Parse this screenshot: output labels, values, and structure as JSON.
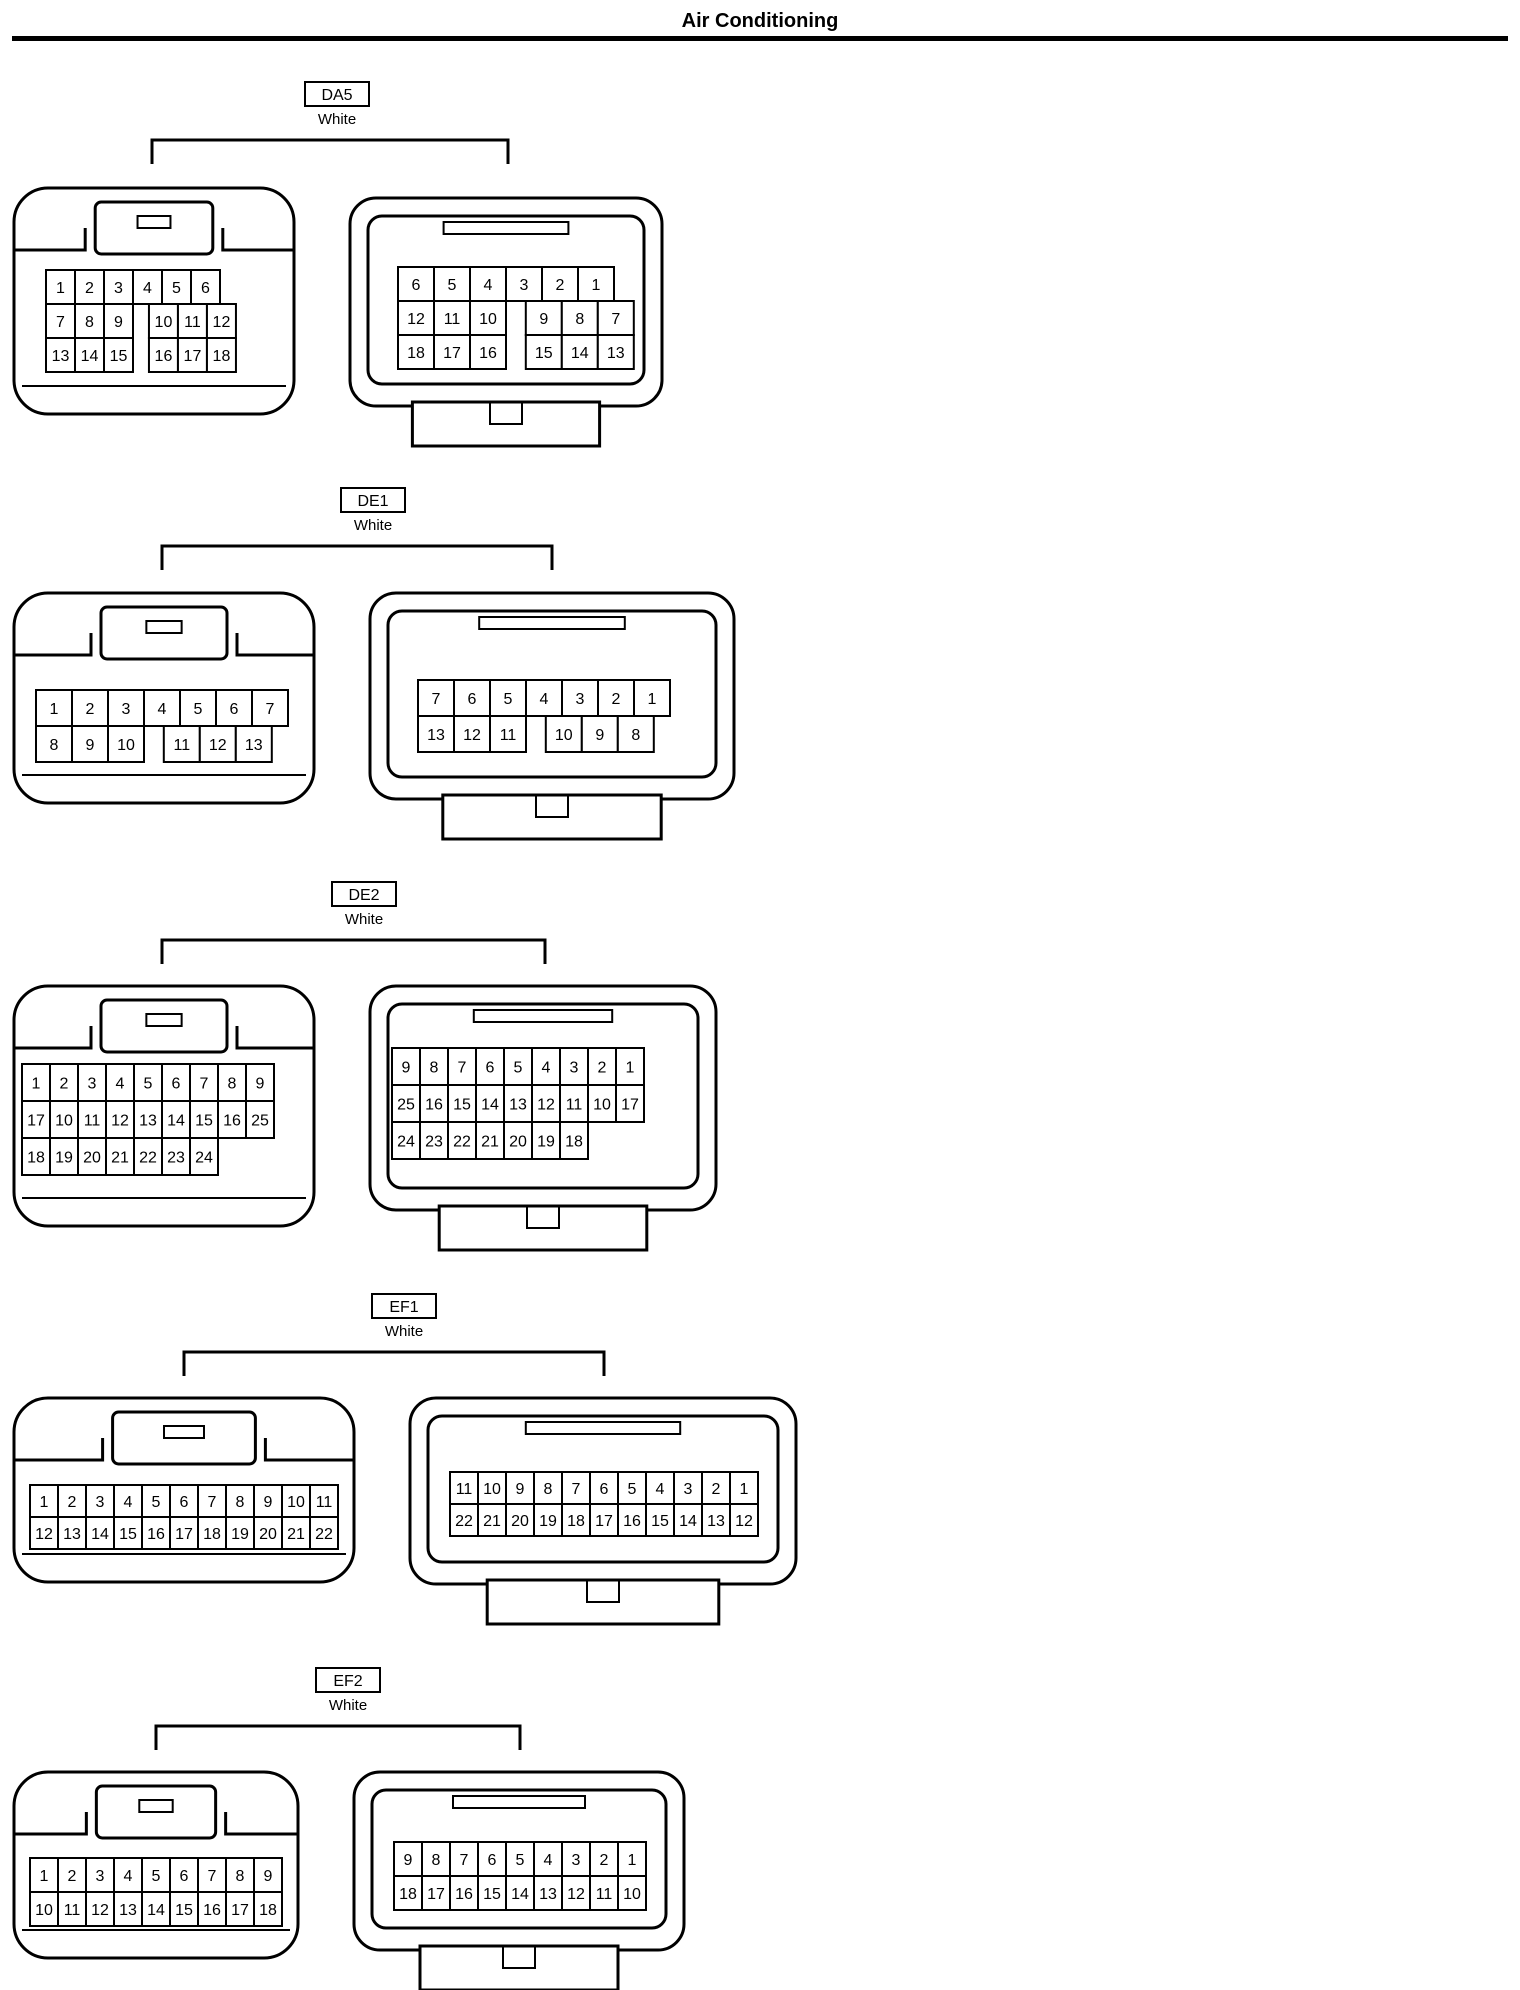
{
  "page": {
    "title": "Air Conditioning"
  },
  "connectors": [
    {
      "id": "DA5",
      "color": "White",
      "female": {
        "rows": [
          [
            "1",
            "2",
            "3",
            "4",
            "5",
            "6"
          ],
          [
            "7",
            "8",
            "9",
            "",
            "10",
            "11",
            "12"
          ],
          [
            "13",
            "14",
            "15",
            "",
            "16",
            "17",
            "18"
          ]
        ]
      },
      "male": {
        "rows": [
          [
            "6",
            "5",
            "4",
            "3",
            "2",
            "1"
          ],
          [
            "12",
            "11",
            "10",
            "",
            "9",
            "8",
            "7"
          ],
          [
            "18",
            "17",
            "16",
            "",
            "15",
            "14",
            "13"
          ]
        ]
      }
    },
    {
      "id": "DE1",
      "color": "White",
      "female": {
        "rows": [
          [
            "1",
            "2",
            "3",
            "4",
            "5",
            "6",
            "7"
          ],
          [
            "8",
            "9",
            "10",
            "",
            "11",
            "12",
            "13"
          ]
        ]
      },
      "male": {
        "rows": [
          [
            "7",
            "6",
            "5",
            "4",
            "3",
            "2",
            "1"
          ],
          [
            "13",
            "12",
            "11",
            "",
            "10",
            "9",
            "8"
          ]
        ]
      }
    },
    {
      "id": "DE2",
      "color": "White",
      "female": {
        "rows": [
          [
            "1",
            "2",
            "3",
            "4",
            "5",
            "6",
            "7",
            "8",
            "9"
          ],
          [
            "17",
            "10",
            "11",
            "12",
            "13",
            "14",
            "15",
            "16",
            "25"
          ],
          [
            "18",
            "19",
            "20",
            "21",
            "22",
            "23",
            "24"
          ]
        ]
      },
      "male": {
        "rows": [
          [
            "9",
            "8",
            "7",
            "6",
            "5",
            "4",
            "3",
            "2",
            "1"
          ],
          [
            "25",
            "16",
            "15",
            "14",
            "13",
            "12",
            "11",
            "10",
            "17"
          ],
          [
            "24",
            "23",
            "22",
            "21",
            "20",
            "19",
            "18"
          ]
        ]
      }
    },
    {
      "id": "EF1",
      "color": "White",
      "female": {
        "rows": [
          [
            "1",
            "2",
            "3",
            "4",
            "5",
            "6",
            "7",
            "8",
            "9",
            "10",
            "11"
          ],
          [
            "12",
            "13",
            "14",
            "15",
            "16",
            "17",
            "18",
            "19",
            "20",
            "21",
            "22"
          ]
        ]
      },
      "male": {
        "rows": [
          [
            "11",
            "10",
            "9",
            "8",
            "7",
            "6",
            "5",
            "4",
            "3",
            "2",
            "1"
          ],
          [
            "22",
            "21",
            "20",
            "19",
            "18",
            "17",
            "16",
            "15",
            "14",
            "13",
            "12"
          ]
        ]
      }
    },
    {
      "id": "EF2",
      "color": "White",
      "female": {
        "rows": [
          [
            "1",
            "2",
            "3",
            "4",
            "5",
            "6",
            "7",
            "8",
            "9"
          ],
          [
            "10",
            "11",
            "12",
            "13",
            "14",
            "15",
            "16",
            "17",
            "18"
          ]
        ]
      },
      "male": {
        "rows": [
          [
            "9",
            "8",
            "7",
            "6",
            "5",
            "4",
            "3",
            "2",
            "1"
          ],
          [
            "18",
            "17",
            "16",
            "15",
            "14",
            "13",
            "12",
            "11",
            "10"
          ]
        ]
      }
    }
  ]
}
